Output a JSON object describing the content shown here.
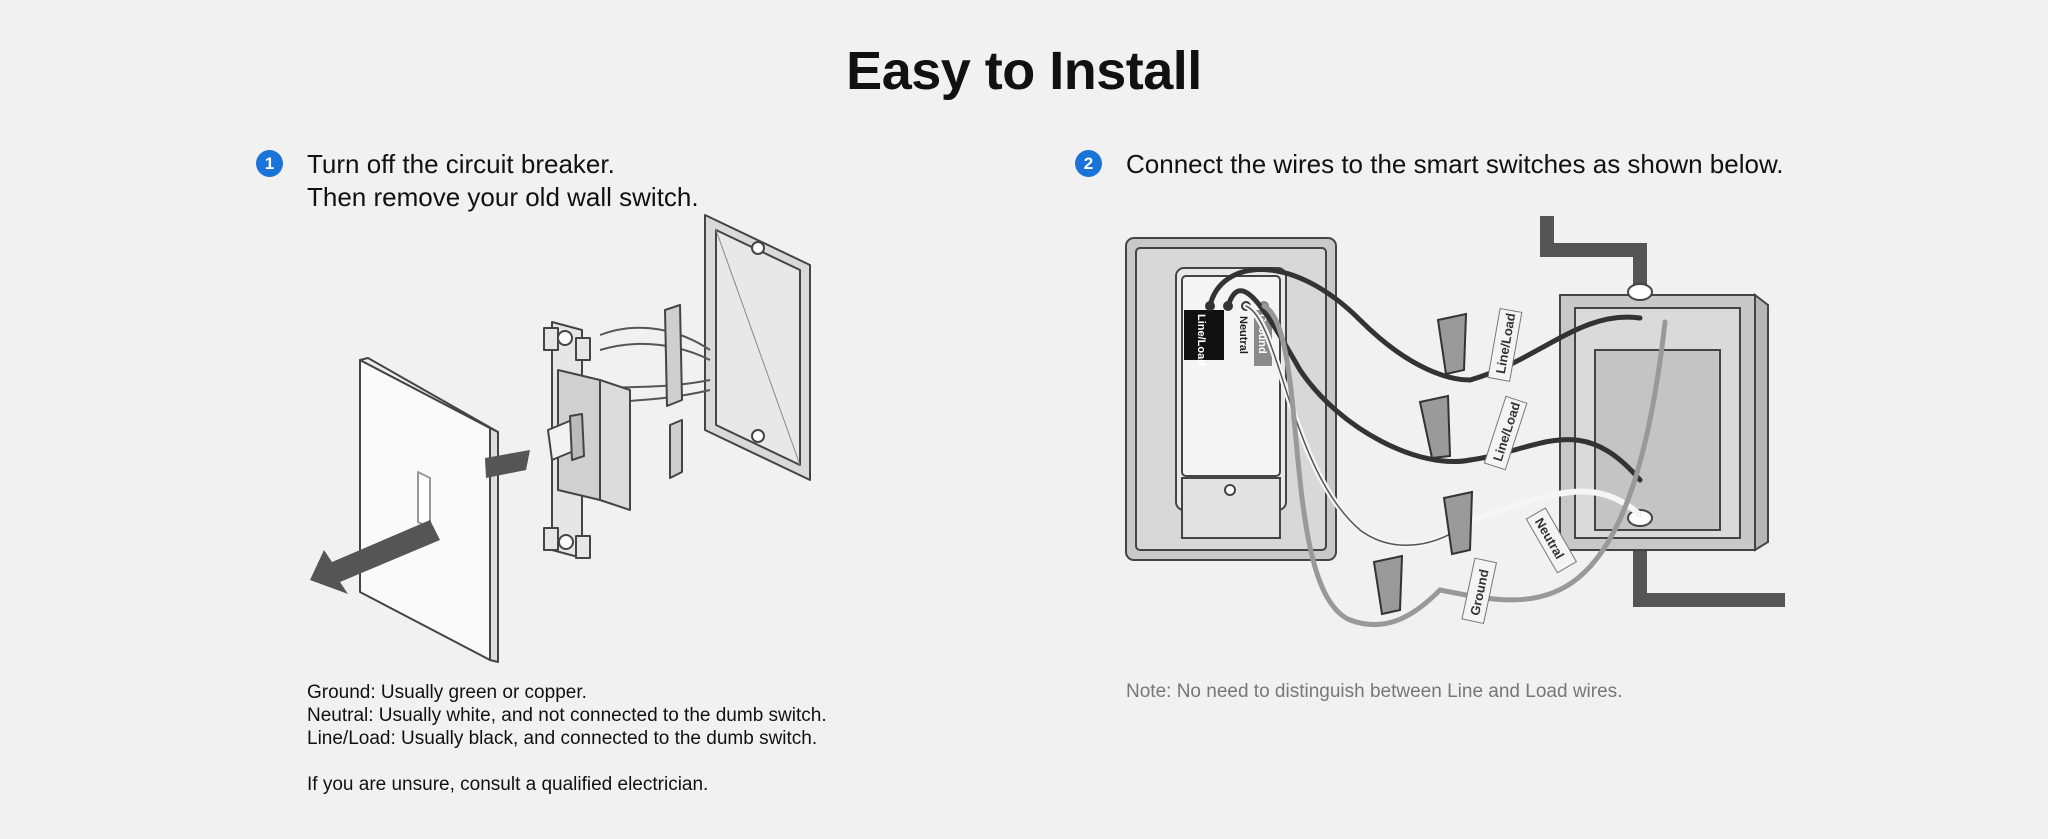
{
  "title": "Easy to Install",
  "steps": [
    {
      "number": "1",
      "lines": [
        "Turn off the circuit breaker.",
        "Then remove your old wall switch."
      ]
    },
    {
      "number": "2",
      "lines": [
        "Connect the wires to the smart switches as shown below."
      ]
    }
  ],
  "wire_notes": [
    {
      "term": "Ground",
      "desc": ": Usually green or copper."
    },
    {
      "term": "Neutral",
      "desc": ": Usually white, and not connected to the dumb switch."
    },
    {
      "term": "Line/Load",
      "desc": ": Usually black, and connected to the dumb switch."
    }
  ],
  "advice": "If you are unsure, consult a qualified electrician.",
  "note": "Note: No need to distinguish between Line and Load wires.",
  "device_labels": {
    "line_load": "Line/Load",
    "neutral": "Neutral",
    "ground": "Ground"
  },
  "wire_tags": {
    "line_load_1": "Line/Load",
    "line_load_2": "Line/Load",
    "neutral": "Neutral",
    "ground": "Ground"
  },
  "colors": {
    "badge": "#1a73d9",
    "background": "#f1f1f1"
  }
}
